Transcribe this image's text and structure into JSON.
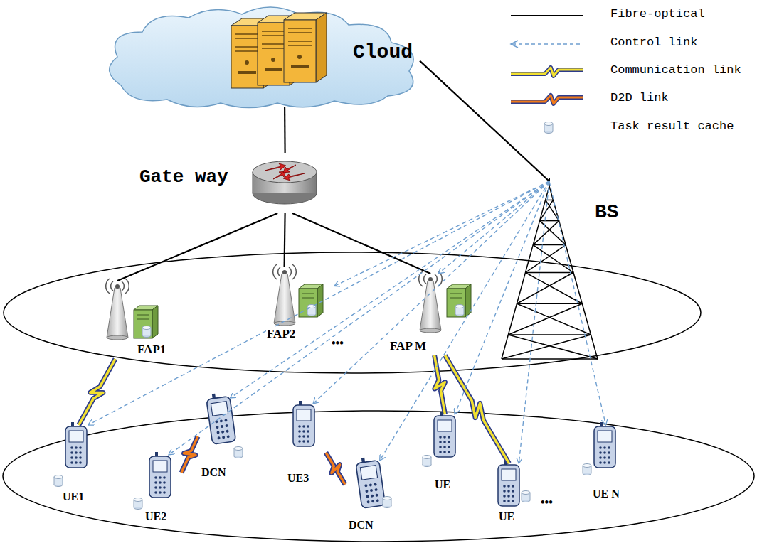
{
  "diagram": {
    "nodes": [
      {
        "text": [
          "Cloud"
        ]
      },
      {
        "text": [
          "Gate way"
        ]
      },
      {
        "text": [
          "BS"
        ]
      },
      {
        "text": [
          "FAP1"
        ]
      },
      {
        "text": [
          "FAP2"
        ]
      },
      {
        "text": [
          "FAP M"
        ]
      },
      {
        "text": [
          "UE1"
        ]
      },
      {
        "text": [
          "UE2"
        ]
      },
      {
        "text": [
          "DCN"
        ]
      },
      {
        "text": [
          "UE3"
        ]
      },
      {
        "text": [
          "DCN"
        ]
      },
      {
        "text": [
          "UE"
        ]
      },
      {
        "text": [
          "UE"
        ]
      },
      {
        "text": [
          "UE N"
        ]
      }
    ],
    "edges": [
      {
        "from": 0,
        "to": 1,
        "arrow": "none"
      },
      {
        "from": 0,
        "to": 2,
        "arrow": "none"
      },
      {
        "from": 1,
        "to": 3,
        "arrow": "none"
      },
      {
        "from": 1,
        "to": 4,
        "arrow": "none"
      },
      {
        "from": 1,
        "to": 5,
        "arrow": "none"
      },
      {
        "from": 3,
        "to": 6,
        "arrow": "none"
      },
      {
        "from": 5,
        "to": 11,
        "arrow": "none"
      },
      {
        "from": 5,
        "to": 12,
        "arrow": "none"
      },
      {
        "from": 7,
        "to": 8,
        "arrow": "none"
      },
      {
        "from": 9,
        "to": 10,
        "arrow": "none"
      },
      {
        "from": 2,
        "to": 4,
        "arrow": "to"
      },
      {
        "from": 2,
        "to": 5,
        "arrow": "to"
      },
      {
        "from": 2,
        "to": 6,
        "arrow": "to"
      },
      {
        "from": 2,
        "to": 7,
        "arrow": "to"
      },
      {
        "from": 2,
        "to": 8,
        "arrow": "to"
      },
      {
        "from": 2,
        "to": 9,
        "arrow": "to"
      },
      {
        "from": 2,
        "to": 10,
        "arrow": "to"
      },
      {
        "from": 2,
        "to": 11,
        "arrow": "to"
      },
      {
        "from": 2,
        "to": 12,
        "arrow": "to"
      },
      {
        "from": 2,
        "to": 13,
        "arrow": "to"
      }
    ],
    "labels": [
      "•••",
      "•••"
    ],
    "legend": [
      {
        "text": "Fibre-optical"
      },
      {
        "text": "Control link"
      },
      {
        "text": "Communication link"
      },
      {
        "text": "D2D link"
      },
      {
        "text": "Task result cache"
      }
    ]
  }
}
